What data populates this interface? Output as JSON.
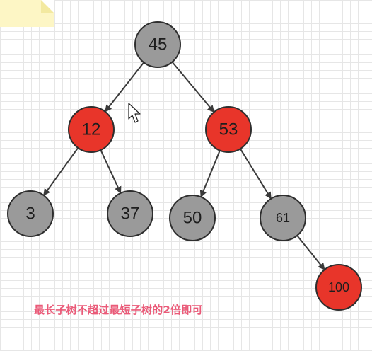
{
  "colors": {
    "black_node": "#9a9a9a",
    "red_node": "#e8352a",
    "node_stroke": "#2e2e2e",
    "edge": "#3a3a3a",
    "caption": "#ea5a78"
  },
  "nodes": [
    {
      "id": "n45",
      "label": "45",
      "color": "black"
    },
    {
      "id": "n12",
      "label": "12",
      "color": "red"
    },
    {
      "id": "n53",
      "label": "53",
      "color": "red"
    },
    {
      "id": "n3",
      "label": "3",
      "color": "black"
    },
    {
      "id": "n37",
      "label": "37",
      "color": "black"
    },
    {
      "id": "n50",
      "label": "50",
      "color": "black"
    },
    {
      "id": "n61",
      "label": "61",
      "color": "black"
    },
    {
      "id": "n100",
      "label": "100",
      "color": "red"
    }
  ],
  "edges": [
    {
      "from": "n45",
      "to": "n12"
    },
    {
      "from": "n45",
      "to": "n53"
    },
    {
      "from": "n12",
      "to": "n3"
    },
    {
      "from": "n12",
      "to": "n37"
    },
    {
      "from": "n53",
      "to": "n50"
    },
    {
      "from": "n53",
      "to": "n61"
    },
    {
      "from": "n61",
      "to": "n100"
    }
  ],
  "caption": {
    "text": "最长子树不超过最短子树的2倍即可"
  },
  "cursor_icon": "arrow-pointer-icon"
}
